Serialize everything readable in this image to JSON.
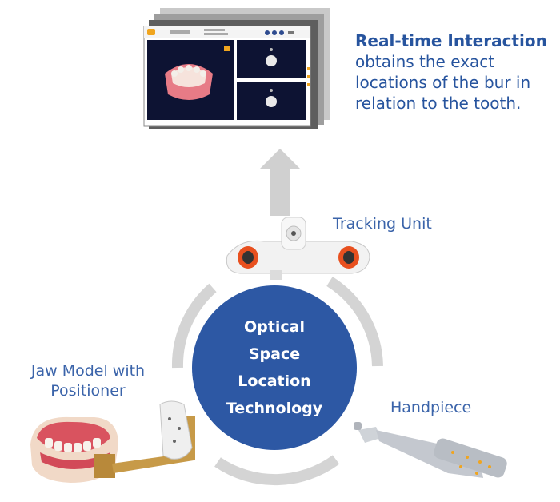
{
  "headline": {
    "title": "Real-time Interaction",
    "lines": [
      "obtains the exact",
      "locations of the bur in",
      "relation to the tooth."
    ]
  },
  "center": {
    "lines": [
      "Optical",
      "Space",
      "Location",
      "Technology"
    ],
    "color": "#2d58a4"
  },
  "labels": {
    "tracking_unit": "Tracking Unit",
    "jaw_model": [
      "Jaw Model with",
      "Positioner"
    ],
    "handpiece": "Handpiece"
  },
  "colors": {
    "text_blue": "#3b64aa",
    "ring_gray": "#d4d4d4",
    "arrow_gray": "#d0d0d0",
    "orange": "#e8501f",
    "software_dark": "#0d1333"
  },
  "icons": [
    "software-monitor",
    "arrow-up-icon",
    "tracking-camera",
    "jaw-model",
    "handpiece-drill"
  ]
}
